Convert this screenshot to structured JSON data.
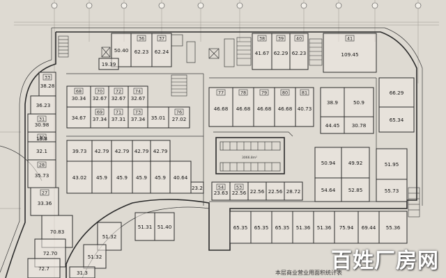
{
  "units": [
    {
      "num": "",
      "area": "50.40"
    },
    {
      "num": "36",
      "area": "62.23"
    },
    {
      "num": "37",
      "area": "62.24"
    },
    {
      "num": "",
      "area": "19.39"
    },
    {
      "num": "38",
      "area": "41.67"
    },
    {
      "num": "39",
      "area": "62.29"
    },
    {
      "num": "40",
      "area": "62.23"
    },
    {
      "num": "41",
      "area": "109.45"
    },
    {
      "num": "33",
      "area": "38.28"
    },
    {
      "num": "",
      "area": "36.23"
    },
    {
      "num": "31",
      "area": "30.98"
    },
    {
      "num": "30",
      "area": "19.8"
    },
    {
      "num": "",
      "area": "32.1"
    },
    {
      "num": "28",
      "area": "35.73"
    },
    {
      "num": "27",
      "area": "33.36"
    },
    {
      "num": "68",
      "area": "30.34"
    },
    {
      "num": "70",
      "area": "32.67"
    },
    {
      "num": "72",
      "area": "32.67"
    },
    {
      "num": "74",
      "area": "32.67"
    },
    {
      "num": "",
      "area": "34.67"
    },
    {
      "num": "69",
      "area": "37.34"
    },
    {
      "num": "71",
      "area": "37.31"
    },
    {
      "num": "73",
      "area": "37.34"
    },
    {
      "num": "",
      "area": "35.01"
    },
    {
      "num": "76",
      "area": "27.02"
    },
    {
      "num": "77",
      "area": "46.68"
    },
    {
      "num": "78",
      "area": "46.68"
    },
    {
      "num": "79",
      "area": "46.68"
    },
    {
      "num": "80",
      "area": "46.68"
    },
    {
      "num": "81",
      "area": "40.73"
    },
    {
      "num": "",
      "area": "38.9"
    },
    {
      "num": "",
      "area": "50.9"
    },
    {
      "num": "",
      "area": "44.45"
    },
    {
      "num": "",
      "area": "30.78"
    },
    {
      "num": "",
      "area": "66.29"
    },
    {
      "num": "",
      "area": "65.34"
    },
    {
      "num": "",
      "area": "39.73"
    },
    {
      "num": "",
      "area": "42.79"
    },
    {
      "num": "",
      "area": "42.79"
    },
    {
      "num": "",
      "area": "42.79"
    },
    {
      "num": "",
      "area": "42.79"
    },
    {
      "num": "",
      "area": "43.02"
    },
    {
      "num": "",
      "area": "45.9"
    },
    {
      "num": "",
      "area": "45.9"
    },
    {
      "num": "",
      "area": "45.9"
    },
    {
      "num": "",
      "area": "45.9"
    },
    {
      "num": "",
      "area": "40.64"
    },
    {
      "num": "",
      "area": "23.2"
    },
    {
      "num": "54",
      "area": "23.63"
    },
    {
      "num": "53",
      "area": "22.56"
    },
    {
      "num": "",
      "area": "22.56"
    },
    {
      "num": "",
      "area": "22.56"
    },
    {
      "num": "",
      "area": "28.72"
    },
    {
      "num": "",
      "area": "50.94"
    },
    {
      "num": "",
      "area": "49.92"
    },
    {
      "num": "",
      "area": "54.64"
    },
    {
      "num": "",
      "area": "52.85"
    },
    {
      "num": "",
      "area": "51.95"
    },
    {
      "num": "",
      "area": "55.73"
    },
    {
      "num": "",
      "area": "65.35"
    },
    {
      "num": "",
      "area": "65.35"
    },
    {
      "num": "",
      "area": "65.35"
    },
    {
      "num": "",
      "area": "51.36"
    },
    {
      "num": "",
      "area": "51.36"
    },
    {
      "num": "",
      "area": "75.94"
    },
    {
      "num": "",
      "area": "69.44"
    },
    {
      "num": "",
      "area": "55.36"
    },
    {
      "num": "",
      "area": "51.31"
    },
    {
      "num": "",
      "area": "51.40"
    },
    {
      "num": "",
      "area": "51.32"
    },
    {
      "num": "",
      "area": "51.32"
    },
    {
      "num": "",
      "area": "70.83"
    },
    {
      "num": "",
      "area": "72.70"
    },
    {
      "num": "",
      "area": "72.7"
    },
    {
      "num": "",
      "area": "31.3"
    }
  ],
  "core_label": "3066.8m²",
  "watermark": "百姓厂房网",
  "bottom_note": "本层商业营业用面积统计表"
}
